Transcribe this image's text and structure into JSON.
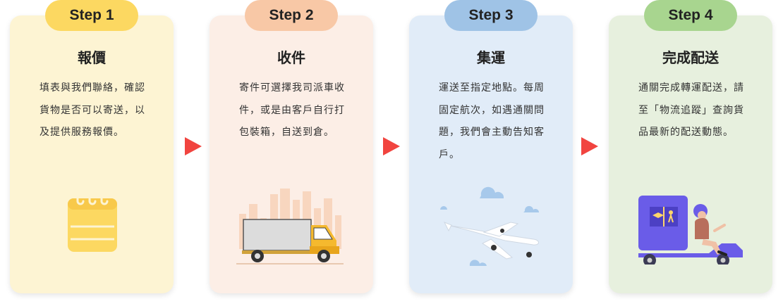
{
  "colors": {
    "arrow": "#f1443f",
    "step1_pill": "#fcd861",
    "step1_card": "#fdf4d3",
    "step2_pill": "#f8c8a6",
    "step2_card": "#fceee6",
    "step3_pill": "#9fc3e6",
    "step3_card": "#e1ecf8",
    "step4_pill": "#a8d58f",
    "step4_card": "#e7f0de"
  },
  "steps": [
    {
      "badge": "Step 1",
      "title": "報價",
      "description": "填表與我們聯絡，確認貨物是否可以寄送，以及提供服務報價。",
      "icon": "calendar-icon"
    },
    {
      "badge": "Step 2",
      "title": "收件",
      "description": "寄件可選擇我司派車收件，或是由客戶自行打包裝箱，自送到倉。",
      "icon": "delivery-truck-icon"
    },
    {
      "badge": "Step 3",
      "title": "集運",
      "description": "運送至指定地點。每周固定航次，如遇通關問題，我們會主動告知客戶。",
      "icon": "airplane-icon"
    },
    {
      "badge": "Step 4",
      "title": "完成配送",
      "description": "通關完成轉運配送，請至「物流追蹤」查詢貨品最新的配送動態。",
      "icon": "delivery-scooter-icon"
    }
  ]
}
